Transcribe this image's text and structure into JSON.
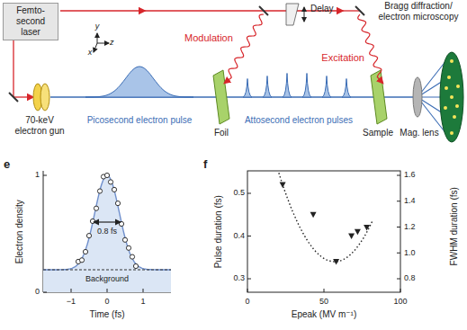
{
  "diagram": {
    "nodes": [
      {
        "text": [
          "Femto-second laser"
        ]
      }
    ],
    "edges": [],
    "labels": [
      "Delay",
      "Bragg diffraction/ electron microscopy",
      "x",
      "y",
      "z",
      "Modulation",
      "Excitation",
      "70-keV electron gun",
      "Picosecond electron pulse",
      "Foil",
      "Attosecond electron pulses",
      "Sample",
      "Mag. lens",
      "e",
      "Electron density",
      "1",
      "0",
      "0.8 fs",
      "Background",
      "−1",
      "0",
      "1",
      "Time (fs)",
      "f",
      "Pulse duration (fs)",
      "0.5",
      "0.4",
      "0.3",
      "FWHM duration (fs)",
      "1.6",
      "1.4",
      "1.2",
      "1.0",
      "0.8",
      "0",
      "50",
      "100",
      "Epeak (MV m⁻¹)"
    ]
  }
}
